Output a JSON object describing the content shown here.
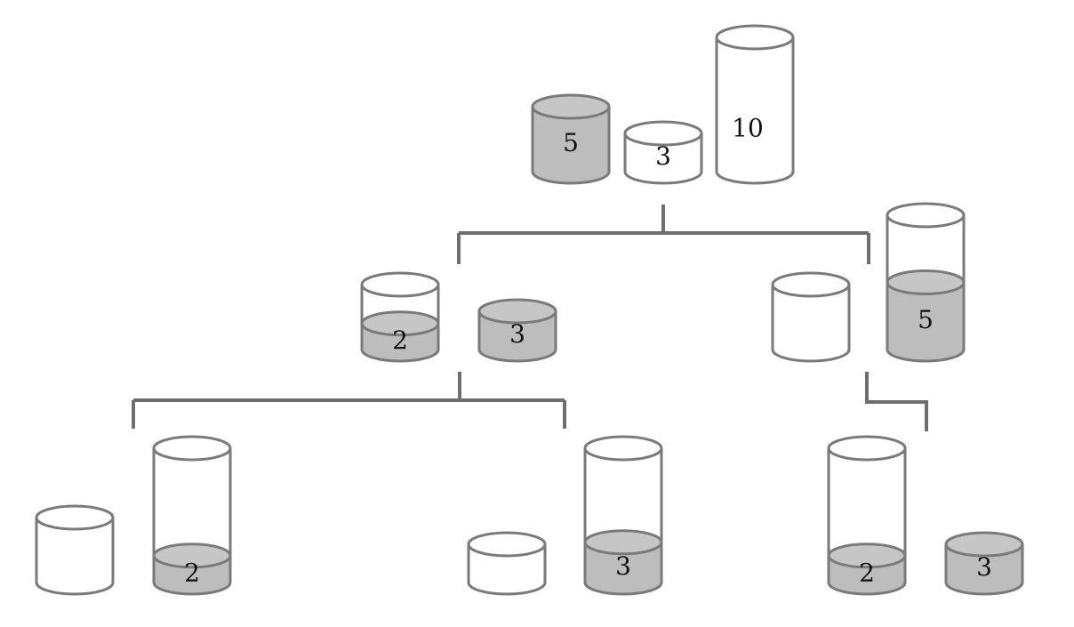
{
  "colors": {
    "outline": "#7a7a7a",
    "liquid": "#bdbdbd",
    "liquid_top": "#c6c6c6",
    "empty": "#ffffff",
    "branch_line": "#6e6e6e",
    "text": "#111111"
  },
  "states": {
    "root": {
      "c5": {
        "fill": 1,
        "label": "5"
      },
      "c3": {
        "fill": 0,
        "label": "3"
      },
      "c10": {
        "fill": 0,
        "label": "10"
      }
    },
    "left": {
      "c5": {
        "fill": 0.4,
        "label": "2"
      },
      "c3": {
        "fill": 1,
        "label": "3"
      }
    },
    "right": {
      "c5": {
        "fill": 0,
        "label": ""
      },
      "c10": {
        "fill": 0.5,
        "label": "5"
      }
    },
    "bottom_left": {
      "c5": {
        "fill": 0,
        "label": ""
      },
      "c10": {
        "fill": 0.2,
        "label": "2"
      }
    },
    "bottom_middle": {
      "c3": {
        "fill": 0,
        "label": ""
      },
      "c10": {
        "fill": 0.3,
        "label": "3"
      }
    },
    "bottom_right": {
      "c10": {
        "fill": 0.2,
        "label": "2"
      },
      "c3": {
        "fill": 1,
        "label": "3"
      }
    }
  }
}
